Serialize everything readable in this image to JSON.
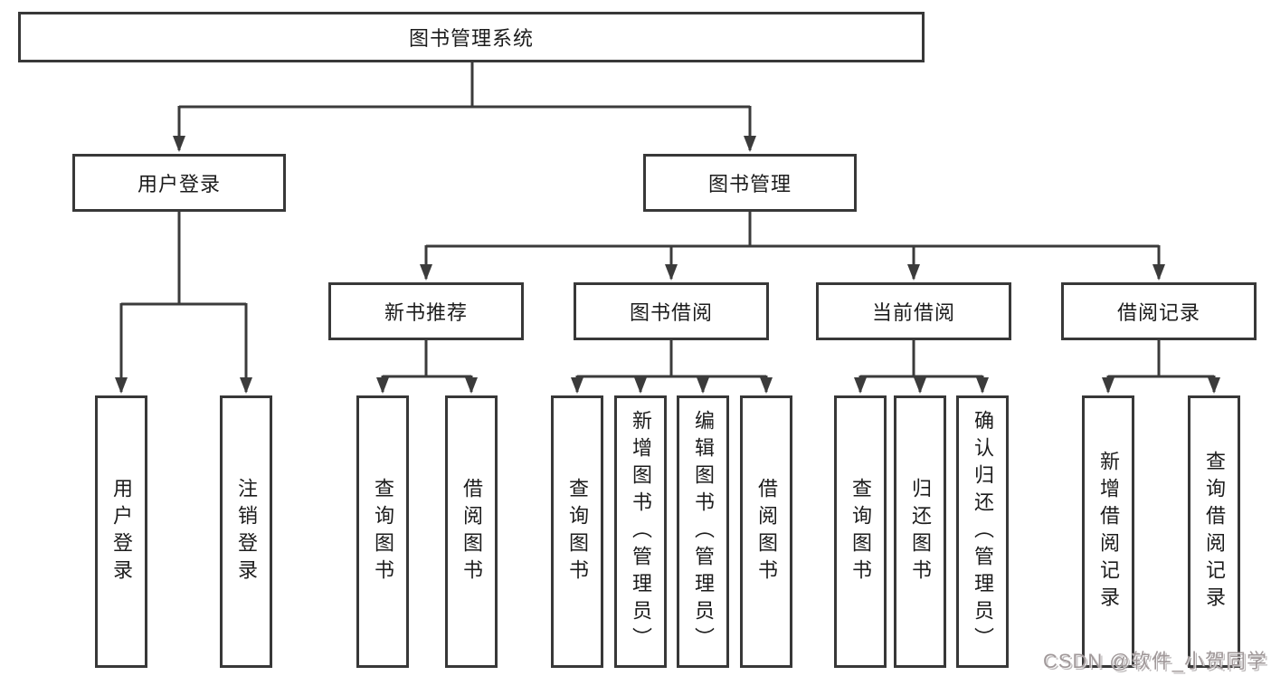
{
  "diagram_title": "图书管理系统",
  "tree": {
    "label": "图书管理系统",
    "children": [
      {
        "label": "用户登录",
        "children": [
          {
            "label": "用户登录"
          },
          {
            "label": "注销登录"
          }
        ]
      },
      {
        "label": "图书管理",
        "children": [
          {
            "label": "新书推荐",
            "children": [
              {
                "label": "查询图书"
              },
              {
                "label": "借阅图书"
              }
            ]
          },
          {
            "label": "图书借阅",
            "children": [
              {
                "label": "查询图书"
              },
              {
                "label": "新增图书（管理员）"
              },
              {
                "label": "编辑图书（管理员）"
              },
              {
                "label": "借阅图书"
              }
            ]
          },
          {
            "label": "当前借阅",
            "children": [
              {
                "label": "查询图书"
              },
              {
                "label": "归还图书"
              },
              {
                "label": "确认归还（管理员）"
              }
            ]
          },
          {
            "label": "借阅记录",
            "children": [
              {
                "label": "新增借阅记录"
              },
              {
                "label": "查询借阅记录"
              }
            ]
          }
        ]
      }
    ]
  },
  "watermark": {
    "text": "CSDN @软件_小贺同学"
  },
  "colors": {
    "line": "#3b3b3b",
    "box_border": "#383838",
    "box_background": "#ffffff",
    "text": "#1c1c1c",
    "watermark_text": "#a09899"
  }
}
